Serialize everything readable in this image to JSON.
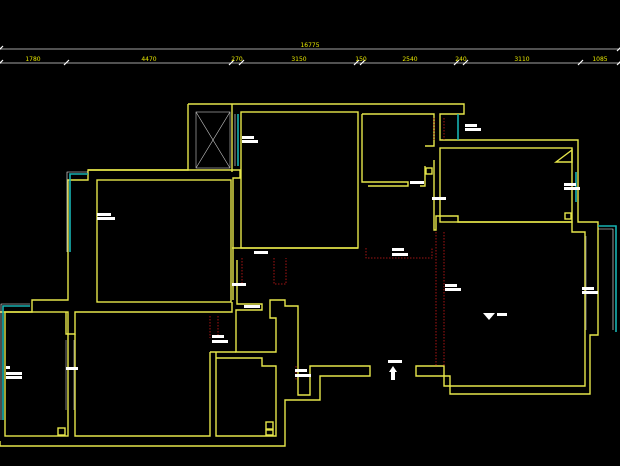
{
  "dimensions": {
    "overall": "16775",
    "segments": [
      "1780",
      "4470",
      "270",
      "3150",
      "150",
      "2540",
      "240",
      "3110",
      "1085"
    ]
  },
  "colors": {
    "background": "#000000",
    "wall": "#e6e64a",
    "window": "#17b3b3",
    "dimension_text": "#e8e800",
    "hidden_line": "#d11a1a"
  },
  "icons": [
    "entrance-arrow-icon",
    "north-marker-icon"
  ]
}
